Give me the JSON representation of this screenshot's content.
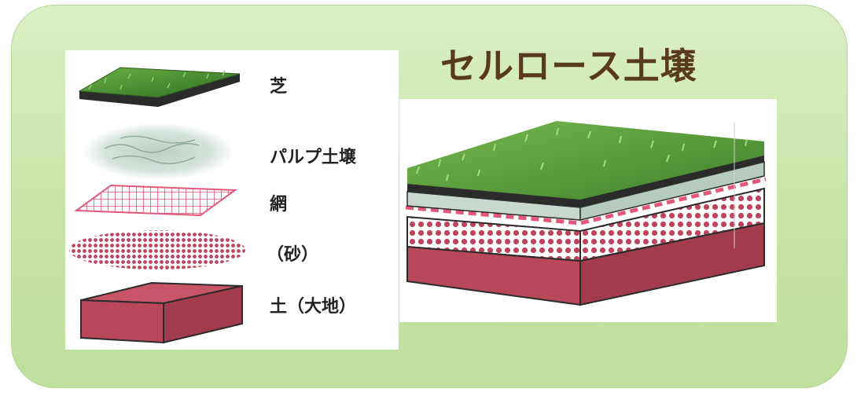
{
  "title": "セルロース土壌",
  "layers": [
    {
      "label": "芝",
      "icon": "grass-layer"
    },
    {
      "label": "パルプ土壌",
      "icon": "pulp-layer"
    },
    {
      "label": "網",
      "icon": "net-layer"
    },
    {
      "label": "（砂）",
      "icon": "sand-layer"
    },
    {
      "label": "土（大地）",
      "icon": "soil-layer"
    }
  ],
  "colors": {
    "card_bg": "#c6e4a6",
    "title": "#5a3a1f",
    "grass": "#3f8a2c",
    "soil": "#b8475a",
    "net": "#e2577a",
    "sand": "#c0435e"
  }
}
